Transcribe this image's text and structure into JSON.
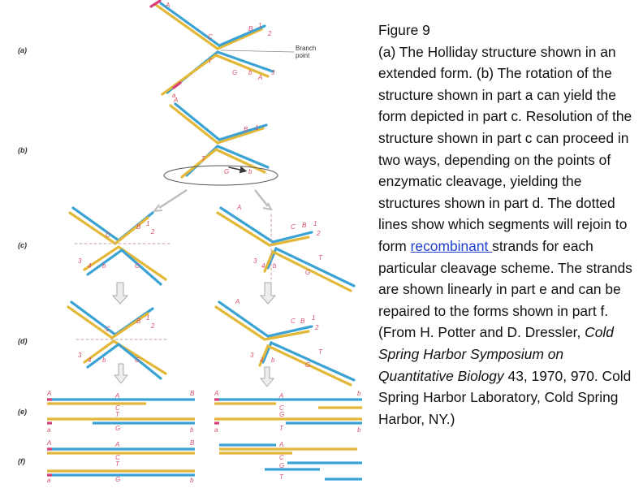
{
  "colors": {
    "blue_strand": "#3aa3d4",
    "yellow_strand": "#e3b838",
    "pink_strand": "#d93f7c",
    "label": "#d35068",
    "arrow": "#a8a8a8",
    "link": "#1f3fd0"
  },
  "figure": {
    "panel_labels": {
      "a": "(a)",
      "b": "(b)",
      "c": "(c)",
      "d": "(d)",
      "e": "(e)",
      "f": "(f)"
    },
    "branch_point": {
      "line1": "Branch",
      "line2": "point"
    },
    "strand_letters": {
      "A": "A",
      "B": "B",
      "C": "C",
      "T": "T",
      "G": "G",
      "a": "a",
      "b": "b"
    },
    "end_numbers": {
      "one": "1",
      "two": "2",
      "three": "3",
      "four": "4"
    }
  },
  "caption": {
    "title": "Figure 9",
    "p1": "(a) The Holliday structure shown in an extended form. (b) The rotation of the structure shown in part a can yield the form depicted in part c. Resolution of the structure shown in part c can proceed in two ways, depending on the points of enzymatic cleavage, yielding the structures shown in part d. The dotted lines show which segments will rejoin to form ",
    "link": "recombinant ",
    "p2": "strands for each particular cleavage scheme. The strands are shown linearly in part e and can be repaired to the forms shown in part f. (From H. Potter and D. Dressler, ",
    "italic": "Cold Spring Harbor Symposium on Quantitative Biology",
    "p3": " 43, 1970, 970. Cold Spring Harbor Laboratory, Cold Spring Harbor, NY.)"
  }
}
